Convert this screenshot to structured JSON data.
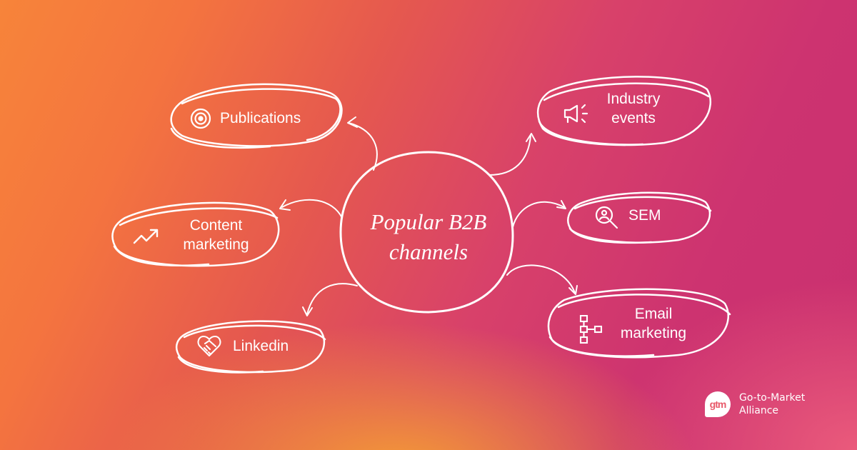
{
  "diagram": {
    "center": {
      "line1": "Popular B2B",
      "line2": "channels"
    },
    "nodes": [
      {
        "id": "publications",
        "label": "Publications",
        "icon": "target-icon"
      },
      {
        "id": "industry-events",
        "label_line1": "Industry",
        "label_line2": "events",
        "icon": "megaphone-icon"
      },
      {
        "id": "content-marketing",
        "label_line1": "Content",
        "label_line2": "marketing",
        "icon": "trending-up-icon"
      },
      {
        "id": "sem",
        "label": "SEM",
        "icon": "search-user-icon"
      },
      {
        "id": "linkedin",
        "label": "Linkedin",
        "icon": "handshake-heart-icon"
      },
      {
        "id": "email-marketing",
        "label_line1": "Email",
        "label_line2": "marketing",
        "icon": "flowchart-icon"
      }
    ]
  },
  "branding": {
    "badge": "gtm",
    "name_line1": "Go-to-Market",
    "name_line2": "Alliance"
  },
  "colors": {
    "gradient_orange": "#f7843a",
    "gradient_magenta": "#c9306f",
    "gradient_pink": "#ee5f7d",
    "stroke": "#ffffff"
  }
}
